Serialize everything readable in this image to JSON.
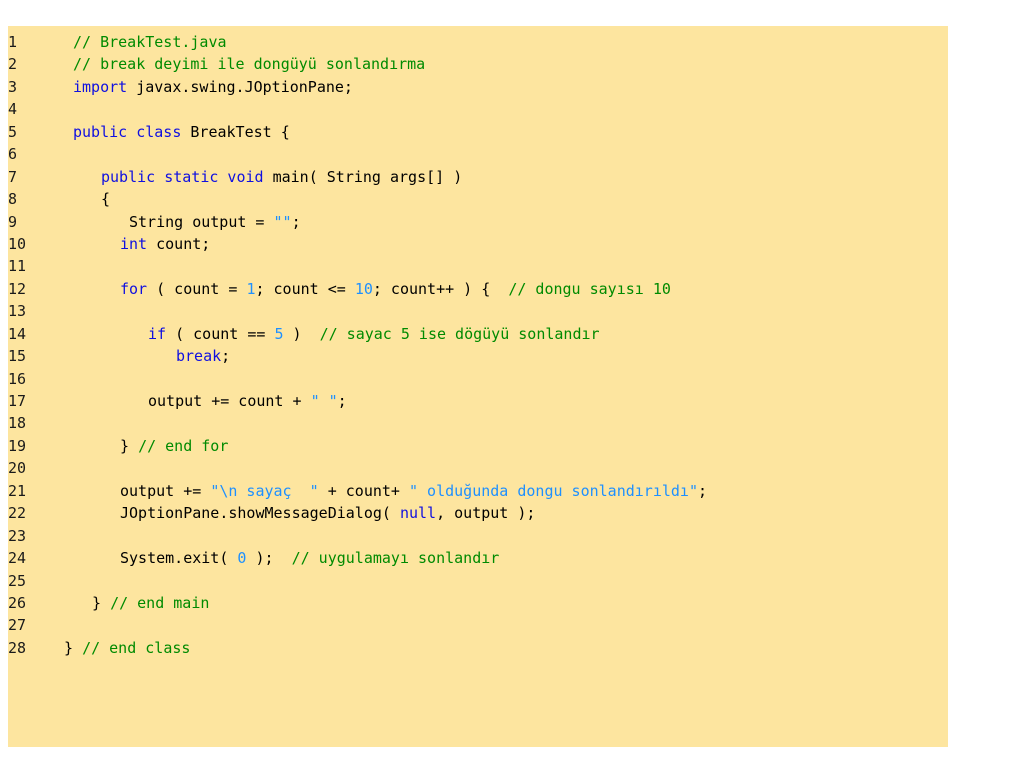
{
  "colors": {
    "panel_background": "#fde59f",
    "keyword": "#1010e0",
    "comment": "#008a00",
    "literal": "#1e90ff",
    "text": "#000000"
  },
  "code": {
    "file_title": "// BreakTest.java",
    "lines": [
      {
        "n": "1",
        "indent": 65,
        "tokens": [
          {
            "t": "cm",
            "v": "// BreakTest.java"
          }
        ]
      },
      {
        "n": "2",
        "indent": 65,
        "tokens": [
          {
            "t": "cm",
            "v": "// break deyimi ile dongüyü sonlandırma"
          }
        ]
      },
      {
        "n": "3",
        "indent": 65,
        "tokens": [
          {
            "t": "kw",
            "v": "import"
          },
          {
            "t": "tx",
            "v": " javax.swing.JOptionPane;"
          }
        ]
      },
      {
        "n": "4",
        "indent": 65,
        "tokens": []
      },
      {
        "n": "5",
        "indent": 65,
        "tokens": [
          {
            "t": "kw",
            "v": "public class"
          },
          {
            "t": "tx",
            "v": " BreakTest {"
          }
        ]
      },
      {
        "n": "6",
        "indent": 65,
        "tokens": []
      },
      {
        "n": "7",
        "indent": 93,
        "tokens": [
          {
            "t": "kw",
            "v": "public static void"
          },
          {
            "t": "tx",
            "v": " main( String args[] )"
          }
        ]
      },
      {
        "n": "8",
        "indent": 93,
        "tokens": [
          {
            "t": "tx",
            "v": "{"
          }
        ]
      },
      {
        "n": "9",
        "indent": 121,
        "tokens": [
          {
            "t": "tx",
            "v": "String output = "
          },
          {
            "t": "str",
            "v": "\"\""
          },
          {
            "t": "tx",
            "v": ";"
          }
        ]
      },
      {
        "n": "10",
        "indent": 112,
        "tokens": [
          {
            "t": "kw",
            "v": "int"
          },
          {
            "t": "tx",
            "v": " count;"
          }
        ]
      },
      {
        "n": "11",
        "indent": 112,
        "tokens": []
      },
      {
        "n": "12",
        "indent": 112,
        "tokens": [
          {
            "t": "kw",
            "v": "for"
          },
          {
            "t": "tx",
            "v": " ( count = "
          },
          {
            "t": "num",
            "v": "1"
          },
          {
            "t": "tx",
            "v": "; count <= "
          },
          {
            "t": "num",
            "v": "10"
          },
          {
            "t": "tx",
            "v": "; count++ ) {  "
          },
          {
            "t": "cm",
            "v": "// dongu sayısı 10"
          }
        ]
      },
      {
        "n": "13",
        "indent": 112,
        "tokens": []
      },
      {
        "n": "14",
        "indent": 140,
        "tokens": [
          {
            "t": "kw",
            "v": "if"
          },
          {
            "t": "tx",
            "v": " ( count == "
          },
          {
            "t": "num",
            "v": "5"
          },
          {
            "t": "tx",
            "v": " )  "
          },
          {
            "t": "cm",
            "v": "// sayac 5 ise dögüyü sonlandır"
          }
        ]
      },
      {
        "n": "15",
        "indent": 168,
        "tokens": [
          {
            "t": "kw",
            "v": "break"
          },
          {
            "t": "tx",
            "v": ";"
          }
        ]
      },
      {
        "n": "16",
        "indent": 140,
        "tokens": []
      },
      {
        "n": "17",
        "indent": 140,
        "tokens": [
          {
            "t": "tx",
            "v": "output += count + "
          },
          {
            "t": "str",
            "v": "\" \""
          },
          {
            "t": "tx",
            "v": ";"
          }
        ]
      },
      {
        "n": "18",
        "indent": 112,
        "tokens": []
      },
      {
        "n": "19",
        "indent": 112,
        "tokens": [
          {
            "t": "tx",
            "v": "} "
          },
          {
            "t": "cm",
            "v": "// end for"
          }
        ]
      },
      {
        "n": "20",
        "indent": 112,
        "tokens": []
      },
      {
        "n": "21",
        "indent": 112,
        "tokens": [
          {
            "t": "tx",
            "v": "output += "
          },
          {
            "t": "str",
            "v": "\"\\n sayaç  \""
          },
          {
            "t": "tx",
            "v": " + count+ "
          },
          {
            "t": "str",
            "v": "\" olduğunda dongu sonlandırıldı\""
          },
          {
            "t": "tx",
            "v": ";"
          }
        ]
      },
      {
        "n": "22",
        "indent": 112,
        "tokens": [
          {
            "t": "tx",
            "v": "JOptionPane.showMessageDialog( "
          },
          {
            "t": "kw",
            "v": "null"
          },
          {
            "t": "tx",
            "v": ", output );"
          }
        ]
      },
      {
        "n": "23",
        "indent": 112,
        "tokens": []
      },
      {
        "n": "24",
        "indent": 112,
        "tokens": [
          {
            "t": "tx",
            "v": "System.exit( "
          },
          {
            "t": "num",
            "v": "0"
          },
          {
            "t": "tx",
            "v": " );  "
          },
          {
            "t": "cm",
            "v": "// uygulamayı sonlandır"
          }
        ]
      },
      {
        "n": "25",
        "indent": 112,
        "tokens": []
      },
      {
        "n": "26",
        "indent": 84,
        "tokens": [
          {
            "t": "tx",
            "v": "} "
          },
          {
            "t": "cm",
            "v": "// end main"
          }
        ]
      },
      {
        "n": "27",
        "indent": 84,
        "tokens": []
      },
      {
        "n": "28",
        "indent": 56,
        "tokens": [
          {
            "t": "tx",
            "v": "} "
          },
          {
            "t": "cm",
            "v": "// end class"
          }
        ]
      }
    ]
  }
}
